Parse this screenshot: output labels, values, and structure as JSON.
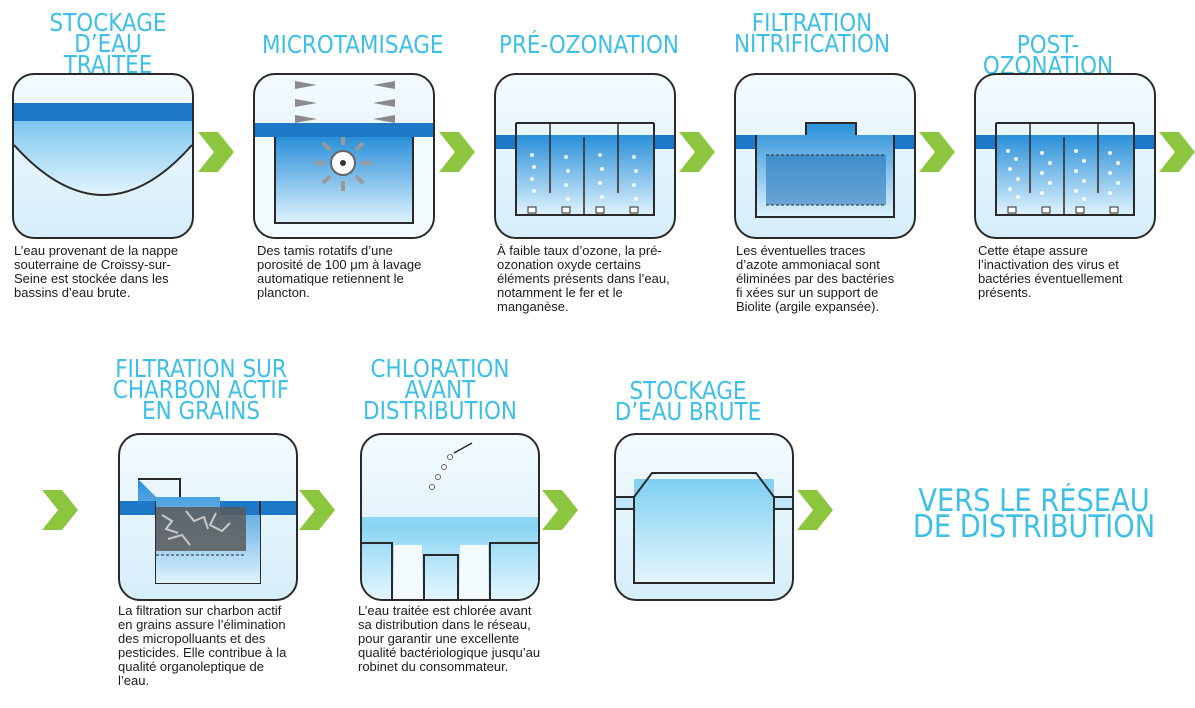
{
  "steps": [
    {
      "title": "STOCKAGE\nD’EAU TRAITÉE",
      "desc": "L’eau provenant de la nappe\nsouterraine de Croissy-sur-\nSeine est stockée dans les\nbassins d’eau brute."
    },
    {
      "title": "MICROTAMISAGE",
      "desc": "Des tamis rotatifs d’une\nporosité de 100 μm à lavage\nautomatique retiennent le\nplancton."
    },
    {
      "title": "PRÉ-OZONATION",
      "desc": "À faible taux d’ozone, la pré-\nozonation oxyde certains\néléments présents dans l’eau,\nnotamment le fer et le\nmanganèse."
    },
    {
      "title": "FILTRATION\nNITRIFICATION",
      "desc": "Les éventuelles traces\nd’azote ammoniacal sont\néliminées par des bactéries\nfi xées sur un support de\nBiolite (argile expansée)."
    },
    {
      "title": "POST-OZONATION",
      "desc": "Cette étape assure\nl’inactivation des virus et\nbactéries éventuellement\nprésents."
    },
    {
      "title": "FILTRATION SUR\nCHARBON ACTIF\nEN GRAINS",
      "desc": "La filtration sur charbon actif\nen grains  assure l’élimination\ndes micropolluants et des\npesticides. Elle contribue à la\nqualité organoleptique de\nl’eau."
    },
    {
      "title": "CHLORATION\nAVANT\nDISTRIBUTION",
      "desc": "L’eau traitée est chlorée avant\nsa distribution dans le réseau,\npour garantir une excellente\nqualité bactériologique jusqu’au\nrobinet du consommateur."
    },
    {
      "title": "STOCKAGE\nD’EAU BRUTE",
      "desc": ""
    }
  ],
  "final": "VERS LE RÉSEAU\nDE DISTRIBUTION",
  "colors": {
    "title": "#3ec0e6",
    "arrow": "#8cc63f",
    "water": "#1e8ad6",
    "water_light": "#bfe6fa",
    "outline": "#2a2a2a"
  }
}
